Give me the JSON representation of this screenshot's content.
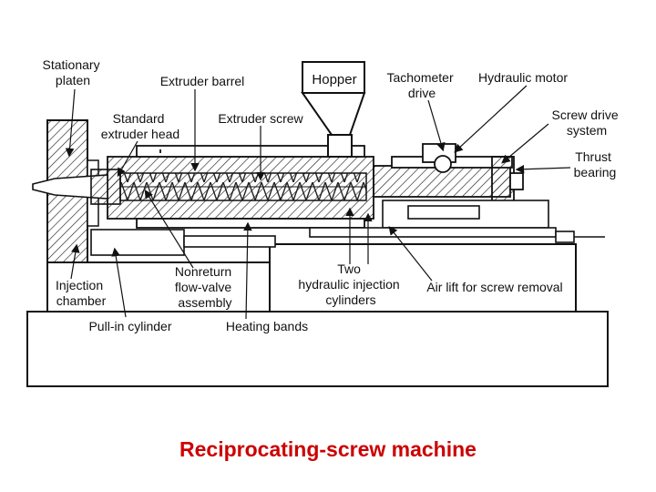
{
  "labels": {
    "stationary_platen": [
      "Stationary",
      "platen"
    ],
    "extruder_barrel": "Extruder barrel",
    "hopper": "Hopper",
    "tachometer_drive": [
      "Tachometer",
      "drive"
    ],
    "hydraulic_motor": "Hydraulic motor",
    "standard_extruder_head": [
      "Standard",
      "extruder head"
    ],
    "extruder_screw": "Extruder screw",
    "screw_drive_system": [
      "Screw drive",
      "system"
    ],
    "thrust_bearing": [
      "Thrust",
      "bearing"
    ],
    "injection_chamber": [
      "Injection",
      "chamber"
    ],
    "nonreturn_valve": [
      "Nonreturn",
      "flow-valve",
      "assembly"
    ],
    "two_hydraulic_cylinders": [
      "Two",
      "hydraulic injection",
      "cylinders"
    ],
    "air_lift": "Air lift for screw removal",
    "pull_in_cylinder": "Pull-in cylinder",
    "heating_bands": "Heating bands"
  },
  "caption": "Reciprocating-screw machine",
  "colors": {
    "caption": "#cc0000",
    "line": "#111111"
  }
}
